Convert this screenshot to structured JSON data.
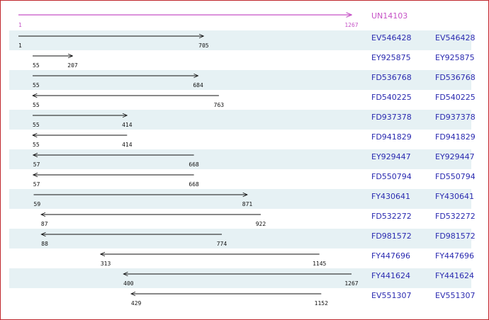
{
  "colors": {
    "reference": "#c552c6",
    "band": "#e6f1f4",
    "accession": "#2a2ab0",
    "line": "#111111",
    "border": "#c0282d"
  },
  "reference": {
    "id": "UN14103",
    "start": 1,
    "end": 1267,
    "direction": "forward"
  },
  "alignments": [
    {
      "start": 1,
      "end": 705,
      "direction": "forward",
      "id": "EV546428",
      "id2": "EV546428"
    },
    {
      "start": 55,
      "end": 207,
      "direction": "forward",
      "id": "EY925875",
      "id2": "EY925875"
    },
    {
      "start": 55,
      "end": 684,
      "direction": "forward",
      "id": "FD536768",
      "id2": "FD536768"
    },
    {
      "start": 55,
      "end": 763,
      "direction": "reverse",
      "id": "FD540225",
      "id2": "FD540225"
    },
    {
      "start": 55,
      "end": 414,
      "direction": "forward",
      "id": "FD937378",
      "id2": "FD937378"
    },
    {
      "start": 55,
      "end": 414,
      "direction": "reverse",
      "id": "FD941829",
      "id2": "FD941829"
    },
    {
      "start": 57,
      "end": 668,
      "direction": "reverse",
      "id": "EY929447",
      "id2": "EY929447"
    },
    {
      "start": 57,
      "end": 668,
      "direction": "reverse",
      "id": "FD550794",
      "id2": "FD550794"
    },
    {
      "start": 59,
      "end": 871,
      "direction": "forward",
      "id": "FY430641",
      "id2": "FY430641"
    },
    {
      "start": 87,
      "end": 922,
      "direction": "reverse",
      "id": "FD532272",
      "id2": "FD532272"
    },
    {
      "start": 88,
      "end": 774,
      "direction": "reverse",
      "id": "FD981572",
      "id2": "FD981572"
    },
    {
      "start": 313,
      "end": 1145,
      "direction": "reverse",
      "id": "FY447696",
      "id2": "FY447696"
    },
    {
      "start": 400,
      "end": 1267,
      "direction": "reverse",
      "id": "FY441624",
      "id2": "FY441624"
    },
    {
      "start": 429,
      "end": 1152,
      "direction": "reverse",
      "id": "EV551307",
      "id2": "EV551307"
    }
  ]
}
